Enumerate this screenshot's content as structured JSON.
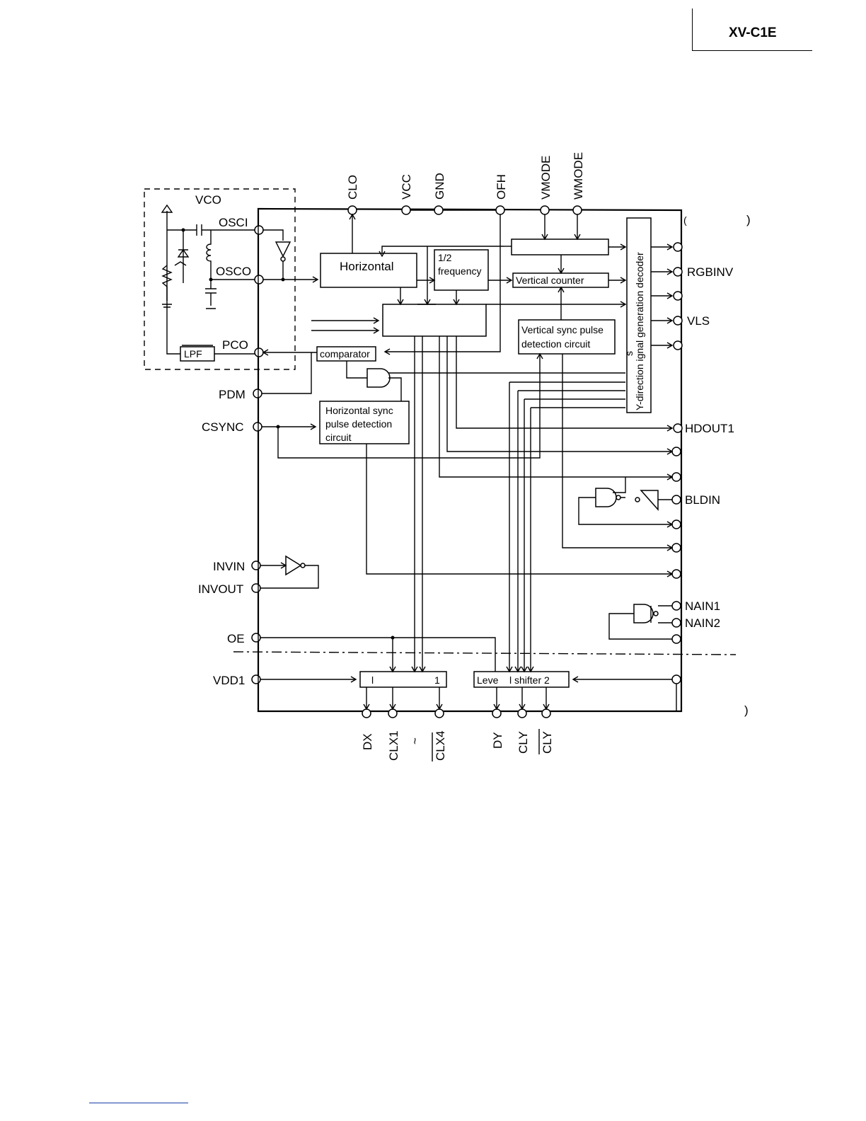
{
  "header": {
    "model": "XV-C1E"
  },
  "vco": {
    "label": "VCO",
    "lpf_label": "LPF"
  },
  "top_pins": [
    "CLO",
    "VCC",
    "GND",
    "OFH",
    "VMODE",
    "WMODE"
  ],
  "left_pins": {
    "osci": "OSCI",
    "osco": "OSCO",
    "pco": "PCO",
    "pdm": "PDM",
    "csync": "CSYNC",
    "invin": "INVIN",
    "invout": "INVOUT",
    "oe": "OE",
    "vdd1": "VDD1"
  },
  "right_pins": {
    "rgbinv": "RGBINV",
    "vls": "VLS",
    "hdout1": "HDOUT1",
    "bldin": "BLDIN",
    "nain1": "NAIN1",
    "nain2": "NAIN2"
  },
  "bottom_pins": [
    "DX",
    "CLX1",
    "~",
    "CLX4",
    "DY",
    "CLY",
    "CLY"
  ],
  "blocks": {
    "horizontal": "Horizontal",
    "half_freq_1": "1/2",
    "half_freq_2": "frequency",
    "vertical_counter": "Vertical counter",
    "vsync_1": "Vertical sync pulse",
    "vsync_2": "detection circuit",
    "comparator": "comparator",
    "hsync_1": "Horizontal sync",
    "hsync_2": "pulse detection",
    "hsync_3": "circuit",
    "decoder": "Y-direction  ignal generation decoder",
    "decoder_s": "s",
    "ls1_left": "l",
    "ls1_right": "1",
    "ls2_a": "Leve",
    "ls2_b": "l shifter 2"
  },
  "fragments": {
    "paren_top": ")",
    "paren_bottom": ")",
    "tick_top": "("
  }
}
